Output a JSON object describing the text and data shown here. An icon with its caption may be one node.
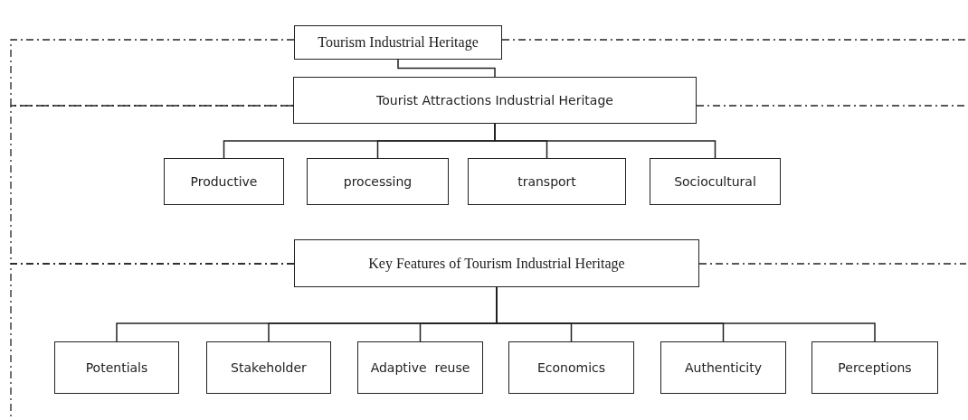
{
  "diagram": {
    "nodes": [
      {
        "text": [
          "Tourism Industrial Heritage"
        ]
      },
      {
        "text": [
          "Tourist Attractions Industrial Heritage"
        ]
      },
      {
        "text": [
          "Productive"
        ]
      },
      {
        "text": [
          "processing"
        ]
      },
      {
        "text": [
          "transport"
        ]
      },
      {
        "text": [
          "Sociocultural"
        ]
      },
      {
        "text": [
          "Key Features of Tourism Industrial Heritage"
        ]
      },
      {
        "text": [
          "Potentials"
        ]
      },
      {
        "text": [
          "Stakeholder"
        ]
      },
      {
        "text": [
          "Adaptive  reuse"
        ]
      },
      {
        "text": [
          "Economics"
        ]
      },
      {
        "text": [
          "Authenticity"
        ]
      },
      {
        "text": [
          "Perceptions"
        ]
      }
    ],
    "edges": [
      {
        "from": 0,
        "to": 1,
        "arrow": "none"
      },
      {
        "from": 1,
        "to": 2,
        "arrow": "none"
      },
      {
        "from": 1,
        "to": 3,
        "arrow": "none"
      },
      {
        "from": 1,
        "to": 4,
        "arrow": "none"
      },
      {
        "from": 1,
        "to": 5,
        "arrow": "none"
      },
      {
        "from": 6,
        "to": 7,
        "arrow": "none"
      },
      {
        "from": 6,
        "to": 8,
        "arrow": "none"
      },
      {
        "from": 6,
        "to": 9,
        "arrow": "none"
      },
      {
        "from": 6,
        "to": 10,
        "arrow": "none"
      },
      {
        "from": 6,
        "to": 11,
        "arrow": "none"
      },
      {
        "from": 6,
        "to": 12,
        "arrow": "none"
      },
      {
        "from": 0,
        "to": 1,
        "arrow": "none",
        "style": "dashed"
      },
      {
        "from": 1,
        "to": 6,
        "arrow": "none",
        "style": "dashed"
      },
      {
        "from": 6,
        "to": null,
        "arrow": "none",
        "style": "dashed"
      },
      {
        "from": 0,
        "to": null,
        "arrow": "none",
        "style": "dashed"
      },
      {
        "from": 1,
        "to": null,
        "arrow": "none",
        "style": "dashed"
      },
      {
        "from": 6,
        "to": null,
        "arrow": "none",
        "style": "dashed"
      }
    ]
  }
}
